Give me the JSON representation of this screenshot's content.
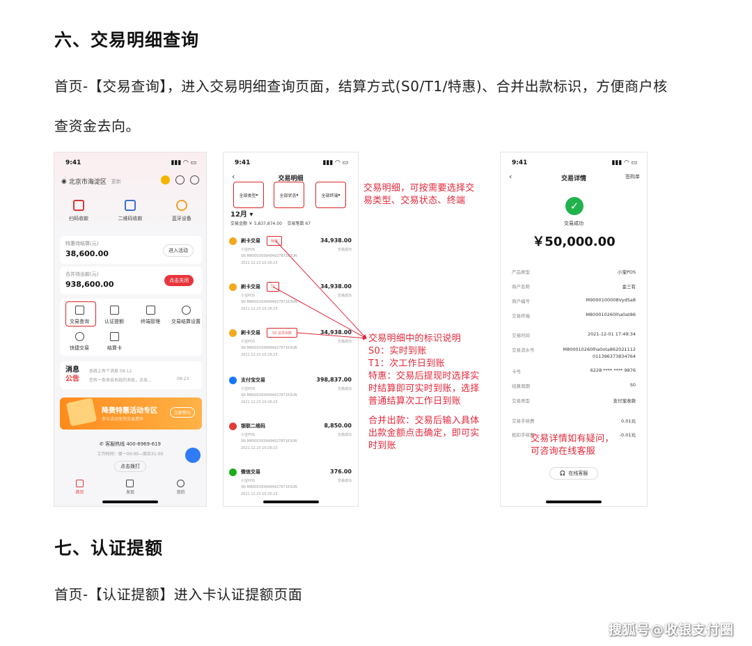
{
  "section6": {
    "heading": "六、交易明细查询",
    "para_line1": "首页-【交易查询】，进入交易明细查询页面，结算方式(S0/T1/特惠)、合并出款标识，方便商户核",
    "para_line2": "查资金去向。"
  },
  "phone1": {
    "time": "9:41",
    "location": "北京市海淀区",
    "refresh": "更新",
    "quick": [
      "扫码收款",
      "二维码收款",
      "蓝牙设备"
    ],
    "card1": {
      "label": "特惠待结算(元)",
      "amount": "38,600.00",
      "button": "进入活动"
    },
    "card2": {
      "label": "合并待出款(元)",
      "amount": "938,600.00",
      "button": "点击关闭"
    },
    "grid": [
      "交易查询",
      "认证提额",
      "终端管理",
      "交易结算设置",
      "快捷交易",
      "结算卡"
    ],
    "notice": {
      "title1": "消息",
      "title2": "公告",
      "line1": "系统上有个消息 09:12",
      "line2": "您有一条来自系统的消息，点击...",
      "line2_time": "09:23"
    },
    "banner": {
      "title": "降费特惠活动专区",
      "sub": "参与活动享受交易费率",
      "button": "立即参与"
    },
    "hotline": "客服热线 400-6969-619",
    "hours": "工作时间：周一00:00—周日21:00",
    "callback": "点击拨打",
    "tabs": [
      "首页",
      "发现",
      "我的"
    ]
  },
  "phone2": {
    "time": "9:41",
    "title": "交易明细",
    "filters": [
      "全部类型",
      "全部状态",
      "全部终端"
    ],
    "month": "12月",
    "summary_amount": "交易金额 ￥ 5,837,874.00",
    "summary_count": "交易笔数 67",
    "transactions": [
      {
        "name": "刷卡交易",
        "tag": "特惠",
        "amount": "34,938.00",
        "status": "交易成功",
        "device": "小宝POS",
        "sn": "SN M8000393949492787163UN",
        "date": "2021.12.23 10:26:23"
      },
      {
        "name": "刷卡交易",
        "tag": "T1",
        "amount": "34,938.00",
        "status": "交易成功",
        "device": "小宝POS",
        "sn": "SN M8000393949492787163UN",
        "date": "2021.12.23 10:26:23"
      },
      {
        "name": "刷卡交易",
        "tag": "S0 合并出款",
        "amount": "34,938.00",
        "status": "交易成功",
        "device": "小宝POS",
        "sn": "SN M8000393949492787163UN",
        "date": "2021.12.23 10:26:23"
      },
      {
        "name": "支付宝交易",
        "tag": "",
        "amount": "398,837.00",
        "status": "交易成功",
        "device": "小宝POS",
        "sn": "SN M8000393949492787163UN",
        "date": "2021.12.23 10:26:23"
      },
      {
        "name": "银联二维码",
        "tag": "",
        "amount": "8,850.00",
        "status": "交易成功",
        "device": "小宝POS",
        "sn": "SN M8000393949492787163UN",
        "date": "2021.12.23 10:26:23"
      },
      {
        "name": "微信交易",
        "tag": "",
        "amount": "376.00",
        "status": "交易成功",
        "device": "小宝POS",
        "sn": "SN M8000393949492787163UN",
        "date": "2021.12.23 10:26:23"
      }
    ]
  },
  "phone3": {
    "time": "9:41",
    "title": "交易详情",
    "sign": "签购单",
    "success": "交易成功",
    "amount": "￥50,000.00",
    "rows": [
      {
        "k": "产品类型",
        "v": "小宝POS"
      },
      {
        "k": "商户名称",
        "v": "金三有"
      },
      {
        "k": "商户编号",
        "v": "M9000100008VydSa8"
      },
      {
        "k": "交易终端",
        "v": "M800010260lha0at86"
      },
      {
        "k": "交易时间",
        "v": "2021-12-01 17:49:34"
      },
      {
        "k": "交易流水号",
        "v": "M800010260lha0ota862021112\n011396373834764"
      },
      {
        "k": "卡号",
        "v": "6228 **** **** 9876"
      },
      {
        "k": "结算周期",
        "v": "S0"
      },
      {
        "k": "交易类型",
        "v": "支付宝收款"
      },
      {
        "k": "交易手续费",
        "v": "0.01元"
      },
      {
        "k": "抵扣手续费",
        "v": "-0.01元"
      }
    ],
    "cs_button": "在线客服"
  },
  "annotations": {
    "a1": [
      "交易明细，可按需要选择交",
      "易类型、交易状态、终端"
    ],
    "a2": [
      "交易明细中的标识说明",
      "S0：实时到账",
      "T1：次工作日到账",
      "特惠：交易后提现时选择实",
      "时结算即可实时到账，选择",
      "普通结算次工作日到账",
      "",
      "合并出款：交易后输入具体",
      "出款金额点击确定，即可实",
      "时到账"
    ],
    "a3": [
      "交易详情如有疑问，",
      "可咨询在线客服"
    ]
  },
  "section7": {
    "heading": "七、认证提额",
    "para": "首页-【认证提额】进入卡认证提额页面"
  },
  "watermark": "搜狐号@收银支付圈",
  "colors": {
    "annotation_red": "#e3273a",
    "success_green": "#22b24c",
    "banner_orange": "#ff8a1c"
  }
}
